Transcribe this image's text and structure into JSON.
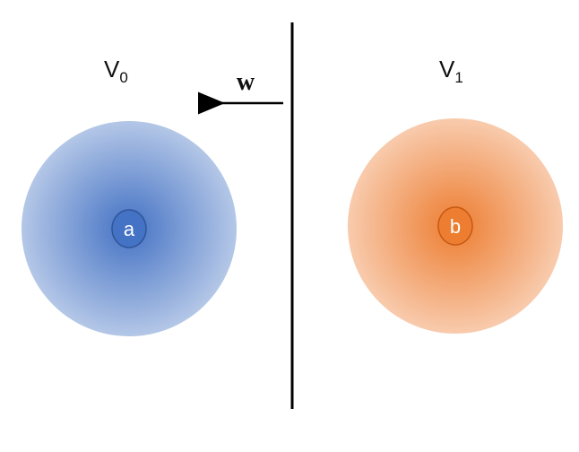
{
  "diagram": {
    "left_set": {
      "label_main": "V",
      "label_sub": "0",
      "point_label": "a",
      "color_center": "#4472C4",
      "color_edge": "#B4C7E7"
    },
    "right_set": {
      "label_main": "V",
      "label_sub": "1",
      "point_label": "b",
      "color_center": "#ED7D31",
      "color_edge": "#F8CBAD"
    },
    "vector": {
      "label": "w",
      "direction": "left"
    },
    "separator": {
      "orientation": "vertical",
      "color": "#000000"
    }
  }
}
